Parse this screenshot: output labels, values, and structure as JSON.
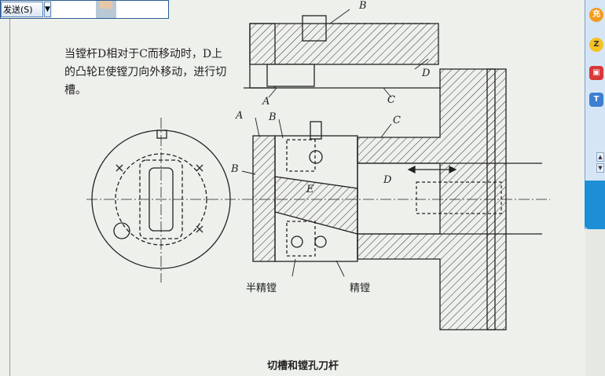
{
  "toolbar": {
    "send_label": "发送(S)",
    "dropdown_icon": "arrow-down-icon"
  },
  "caption": {
    "text": "当镗杆D相对于C而移动时，D上的凸轮E使镗刀向外移动，进行切槽。"
  },
  "labels": {
    "B_top": "B",
    "D_top": "D",
    "A_top": "A",
    "C_top": "C",
    "A_mid": "A",
    "B_mid": "B",
    "C_mid": "C",
    "B_left": "B",
    "E": "E",
    "D_main": "D"
  },
  "tool_labels": {
    "semi_finish": "半精镗",
    "finish": "精镗"
  },
  "figure_title": "切槽和镗孔刀杆",
  "sidebar": {
    "icons": [
      "flower-icon",
      "chat-icon",
      "gift-icon",
      "tool-icon",
      "scroll-up-icon",
      "scroll-down-icon"
    ]
  },
  "colors": {
    "sidebar_bg": "#d6e5f6",
    "blue_tab": "#1c8fd6",
    "page_bg": "#eef0ec"
  }
}
